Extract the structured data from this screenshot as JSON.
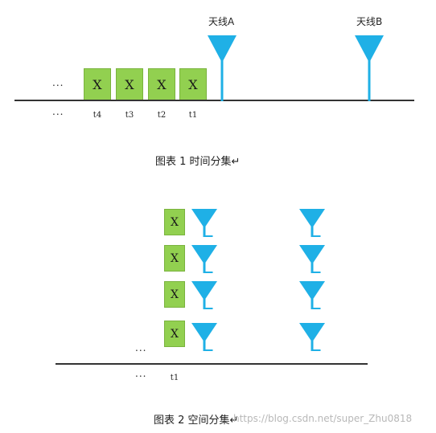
{
  "figure1": {
    "boxes": [
      "X",
      "X",
      "X",
      "X"
    ],
    "time_labels": [
      "t4",
      "t3",
      "t2",
      "t1"
    ],
    "dots_top": "...",
    "dots_bottom": "...",
    "antenna_a": "天线A",
    "antenna_b": "天线B",
    "caption": "图表 1 时间分集↵"
  },
  "figure2": {
    "boxes": [
      "X",
      "X",
      "X",
      "X"
    ],
    "dots_top": "...",
    "dots_bottom": "...",
    "time_label": "t1",
    "caption": "图表 2 空间分集↵"
  },
  "watermark": "https://blog.csdn.net/super_Zhu0818",
  "colors": {
    "antenna": "#1fb0e6",
    "box": "#92d050",
    "line": "#333333"
  }
}
